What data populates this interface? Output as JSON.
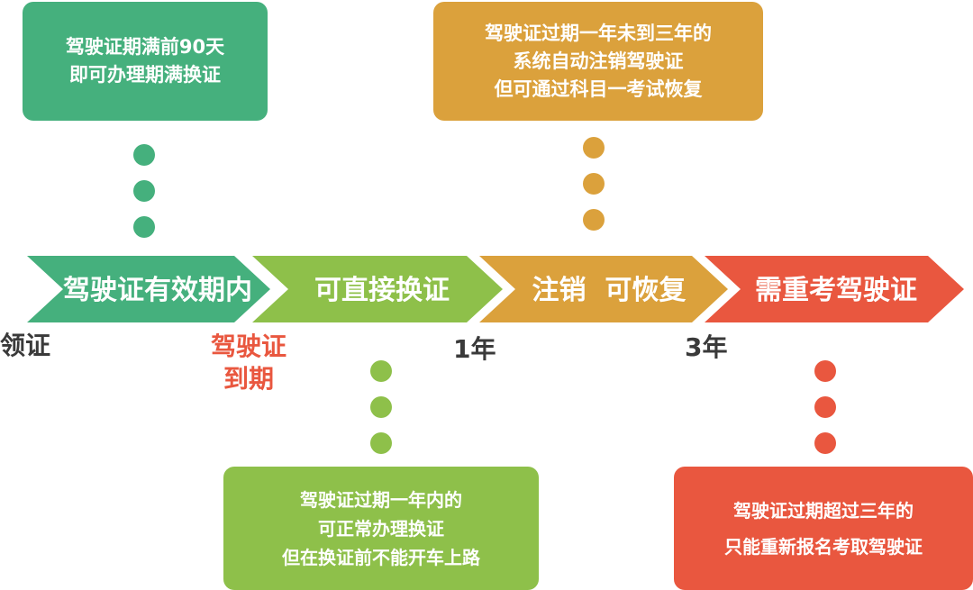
{
  "callouts": {
    "top_green": [
      "驾驶证期满前90天",
      "即可办理期满换证"
    ],
    "top_amber": [
      "驾驶证过期一年未到三年的",
      "系统自动注销驾驶证",
      "但可通过科目一考试恢复"
    ],
    "bottom_lime": [
      "驾驶证过期一年内的",
      "可正常办理换证",
      "但在换证前不能开车上路"
    ],
    "bottom_red": [
      "驾驶证过期超过三年的",
      "只能重新报名考取驾驶证"
    ]
  },
  "timeline": {
    "segments": [
      {
        "label": "驾驶证有效期内",
        "color": "#45b07d"
      },
      {
        "label": "可直接换证",
        "color": "#8ec04a"
      },
      {
        "label": "注销  可恢复",
        "color": "#dba13c"
      },
      {
        "label": "需重考驾驶证",
        "color": "#e9573f"
      }
    ]
  },
  "milestones": {
    "license": "领证",
    "expiry": [
      "驾驶证",
      "到期"
    ],
    "one_year": "1年",
    "three_year": "3年"
  },
  "colors": {
    "green": "#45b07d",
    "lime": "#8ec04a",
    "amber": "#dba13c",
    "red": "#e9573f"
  }
}
